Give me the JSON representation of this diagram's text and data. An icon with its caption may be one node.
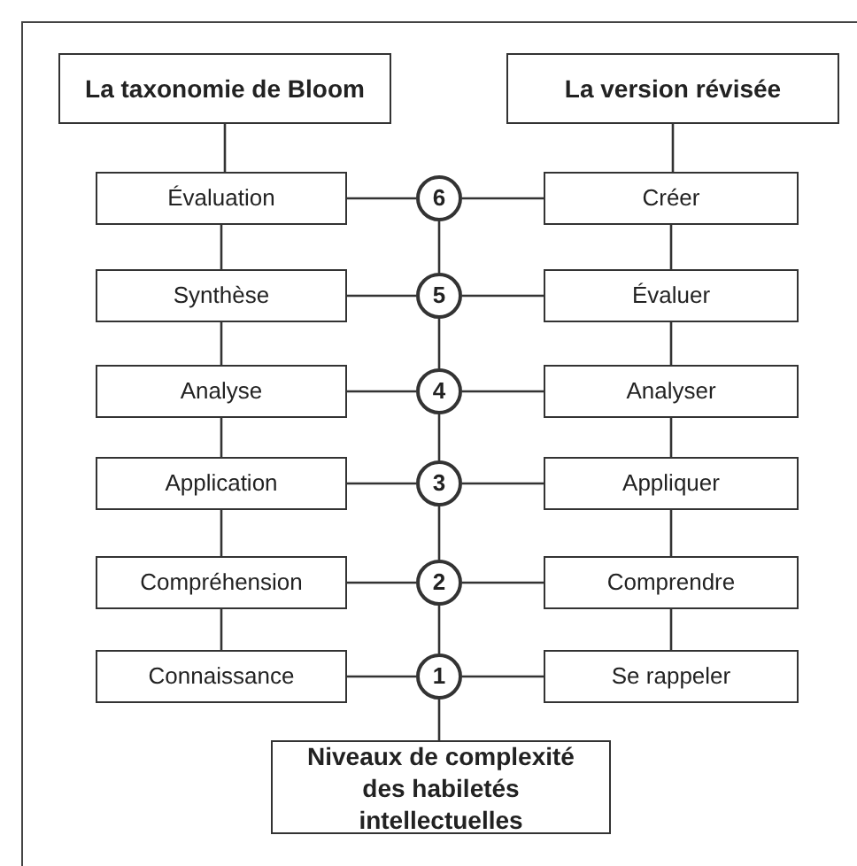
{
  "diagram": {
    "nodes": [
      {
        "text": [
          "La taxonomie de Bloom"
        ]
      },
      {
        "text": [
          "La version révisée"
        ]
      },
      {
        "text": [
          "Évaluation"
        ]
      },
      {
        "text": [
          "6"
        ]
      },
      {
        "text": [
          "Créer"
        ]
      },
      {
        "text": [
          "Synthèse"
        ]
      },
      {
        "text": [
          "5"
        ]
      },
      {
        "text": [
          "Évaluer"
        ]
      },
      {
        "text": [
          "Analyse"
        ]
      },
      {
        "text": [
          "4"
        ]
      },
      {
        "text": [
          "Analyser"
        ]
      },
      {
        "text": [
          "Application"
        ]
      },
      {
        "text": [
          "3"
        ]
      },
      {
        "text": [
          "Appliquer"
        ]
      },
      {
        "text": [
          "Compréhension"
        ]
      },
      {
        "text": [
          "2"
        ]
      },
      {
        "text": [
          "Comprendre"
        ]
      },
      {
        "text": [
          "Connaissance"
        ]
      },
      {
        "text": [
          "1"
        ]
      },
      {
        "text": [
          "Se rappeler"
        ]
      },
      {
        "text": [
          "Niveaux de complexité des habiletés intellectuelles"
        ]
      }
    ],
    "edges": [
      {
        "from": 0,
        "to": 2,
        "arrow": "none"
      },
      {
        "from": 2,
        "to": 5,
        "arrow": "none"
      },
      {
        "from": 5,
        "to": 8,
        "arrow": "none"
      },
      {
        "from": 8,
        "to": 11,
        "arrow": "none"
      },
      {
        "from": 11,
        "to": 14,
        "arrow": "none"
      },
      {
        "from": 14,
        "to": 17,
        "arrow": "none"
      },
      {
        "from": 1,
        "to": 4,
        "arrow": "none"
      },
      {
        "from": 4,
        "to": 7,
        "arrow": "none"
      },
      {
        "from": 7,
        "to": 10,
        "arrow": "none"
      },
      {
        "from": 10,
        "to": 13,
        "arrow": "none"
      },
      {
        "from": 13,
        "to": 16,
        "arrow": "none"
      },
      {
        "from": 16,
        "to": 19,
        "arrow": "none"
      },
      {
        "from": 3,
        "to": 6,
        "arrow": "none"
      },
      {
        "from": 6,
        "to": 9,
        "arrow": "none"
      },
      {
        "from": 9,
        "to": 12,
        "arrow": "none"
      },
      {
        "from": 12,
        "to": 15,
        "arrow": "none"
      },
      {
        "from": 15,
        "to": 18,
        "arrow": "none"
      },
      {
        "from": 18,
        "to": 20,
        "arrow": "none"
      },
      {
        "from": 2,
        "to": 3,
        "arrow": "none"
      },
      {
        "from": 3,
        "to": 4,
        "arrow": "none"
      },
      {
        "from": 5,
        "to": 6,
        "arrow": "none"
      },
      {
        "from": 6,
        "to": 7,
        "arrow": "none"
      },
      {
        "from": 8,
        "to": 9,
        "arrow": "none"
      },
      {
        "from": 9,
        "to": 10,
        "arrow": "none"
      },
      {
        "from": 11,
        "to": 12,
        "arrow": "none"
      },
      {
        "from": 12,
        "to": 13,
        "arrow": "none"
      },
      {
        "from": 14,
        "to": 15,
        "arrow": "none"
      },
      {
        "from": 15,
        "to": 16,
        "arrow": "none"
      },
      {
        "from": 17,
        "to": 18,
        "arrow": "none"
      },
      {
        "from": 18,
        "to": 19,
        "arrow": "none"
      }
    ]
  }
}
